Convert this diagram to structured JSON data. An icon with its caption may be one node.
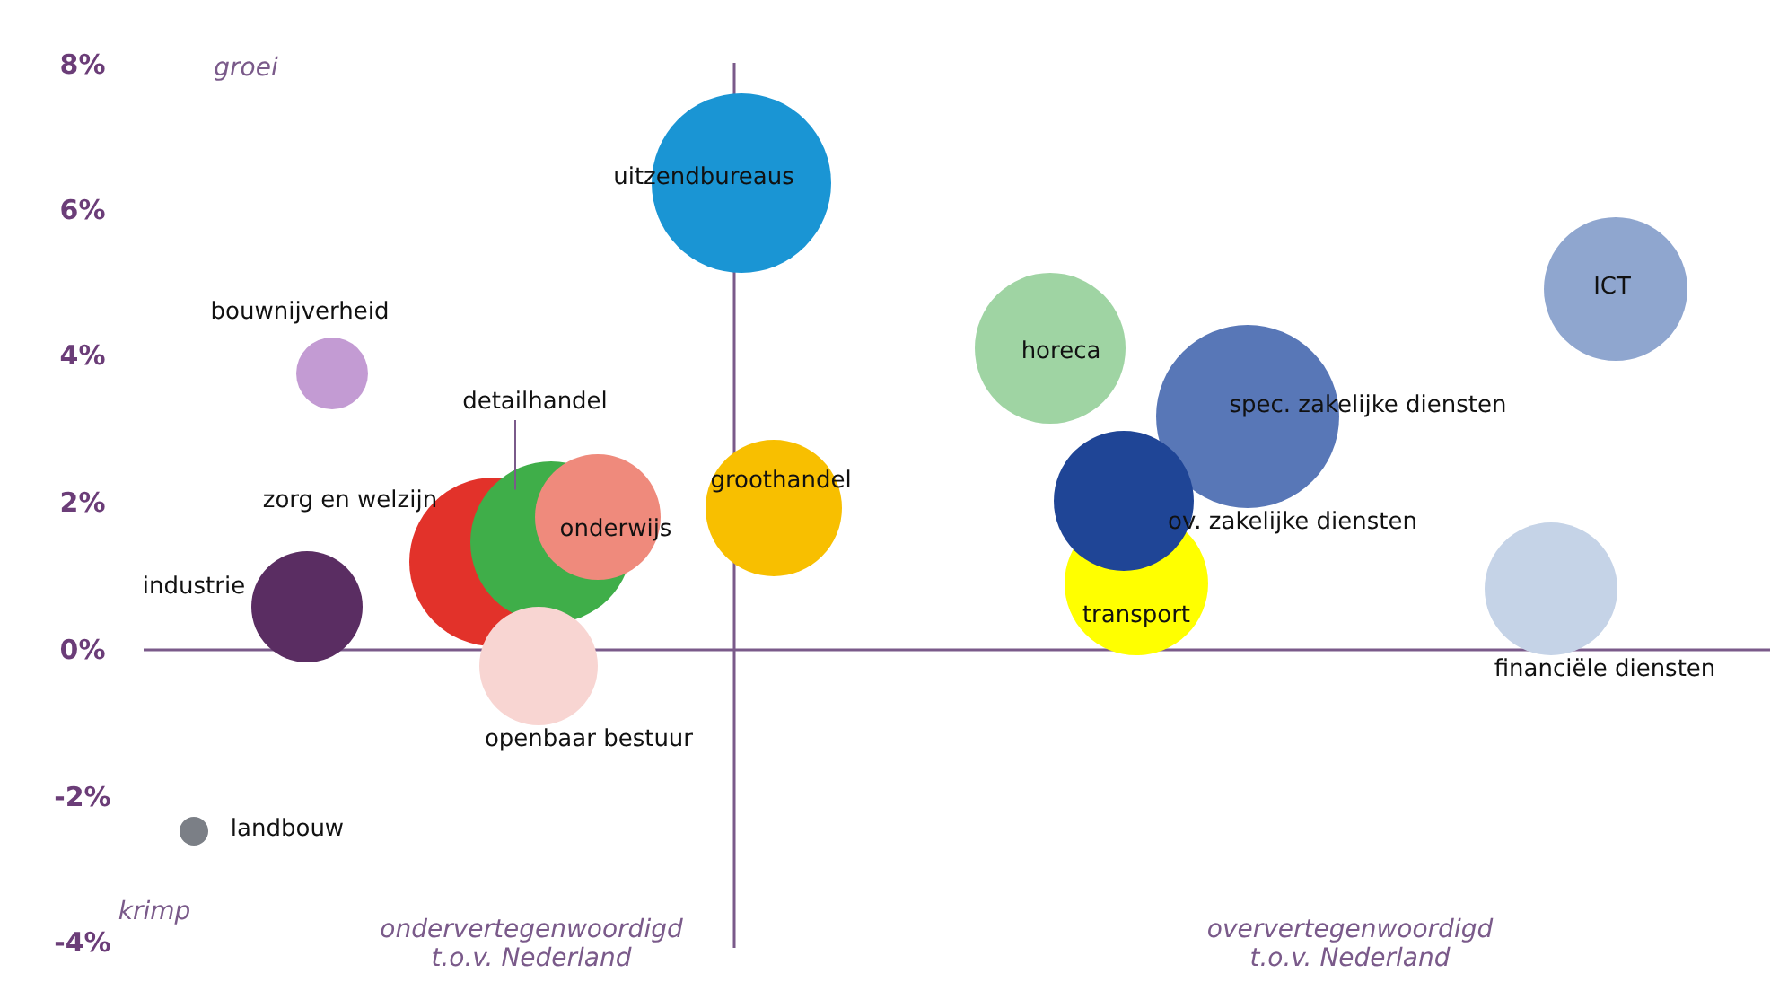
{
  "diagram": {
    "nodes": [
      {
        "text": [
          "uitzendbureaus"
        ]
      },
      {
        "text": [
          "bouwnijverheid"
        ]
      },
      {
        "text": [
          "detailhandel"
        ]
      },
      {
        "text": [],
        "shape": "circle"
      },
      {
        "text": [
          "zorg en welzijn"
        ]
      },
      {
        "text": [
          "onderwijs"
        ]
      },
      {
        "text": [
          "groothandel"
        ]
      },
      {
        "text": [
          "industrie"
        ]
      },
      {
        "text": [
          "openbaar bestuur"
        ]
      },
      {
        "text": [
          "landbouw"
        ]
      },
      {
        "text": [
          "horeca"
        ]
      },
      {
        "text": [
          "spec. zakelijke diensten"
        ]
      },
      {
        "text": [
          "ov. zakelijke diensten"
        ]
      },
      {
        "text": [
          "transport"
        ]
      },
      {
        "text": [
          "ICT"
        ]
      },
      {
        "text": [
          "financiële diensten"
        ]
      }
    ],
    "edges": [
      {
        "from": 2,
        "to": 3,
        "arrow": "none"
      }
    ],
    "labels": [
      "8%",
      "groei",
      "6%",
      "4%",
      "2%",
      "0%",
      "-2%",
      "krimp",
      "-4%",
      "ondervertegenwoordigd t.o.v. Nederland",
      "oververtegenwoordigd t.o.v. Nederland"
    ]
  }
}
